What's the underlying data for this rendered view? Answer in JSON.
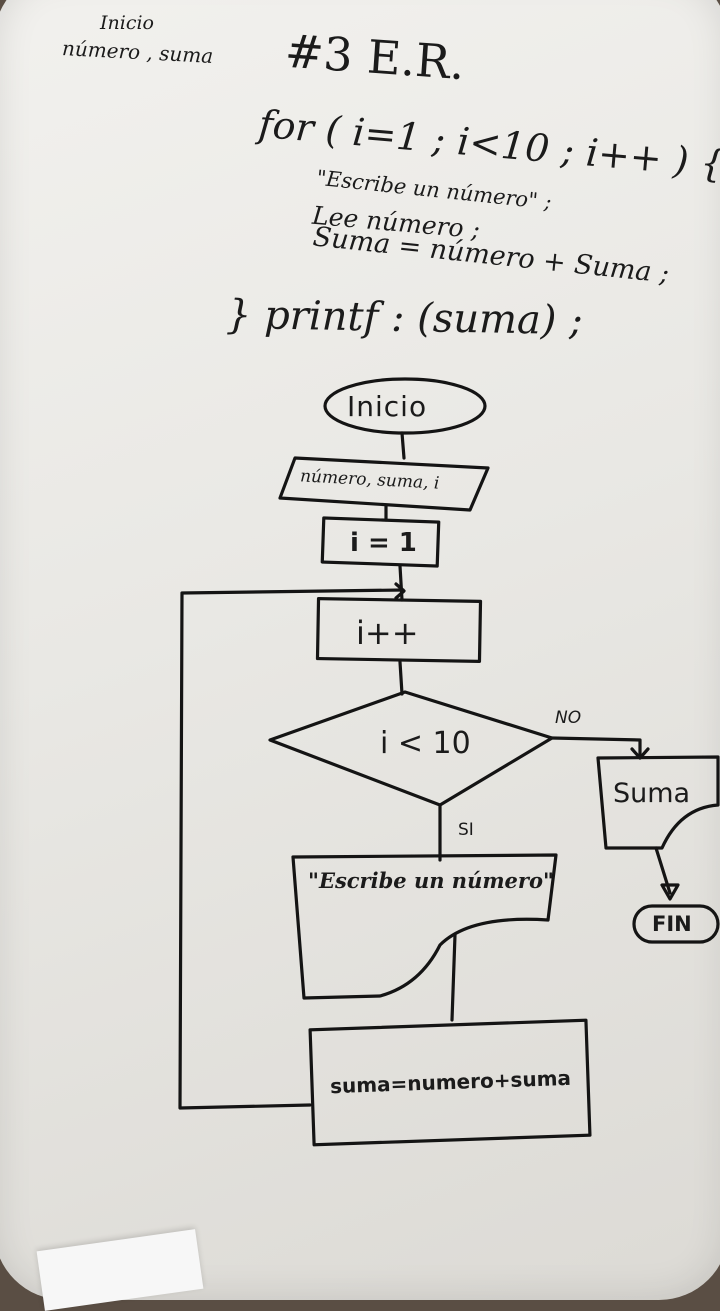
{
  "header": {
    "inicio": "Inicio",
    "vars": "número , suma",
    "title": "#3 E.R."
  },
  "code": {
    "for_line": "for ( i=1 ; i<10 ; i++ ) {",
    "escribe": "\"Escribe un número\" ;",
    "lee": "Lee número ;",
    "suma": "Suma = número + Suma ;",
    "printf": "} printf : (suma) ;"
  },
  "flowchart": {
    "inicio": "Inicio",
    "input": "número, suma, i",
    "init": "i = 1",
    "increment": "i++",
    "decision": "i < 10",
    "no_label": "NO",
    "si_label": "SI",
    "escribe": "\"Escribe un número\"",
    "suma_out": "Suma",
    "fin": "FIN",
    "assign": "suma=numero+suma"
  }
}
